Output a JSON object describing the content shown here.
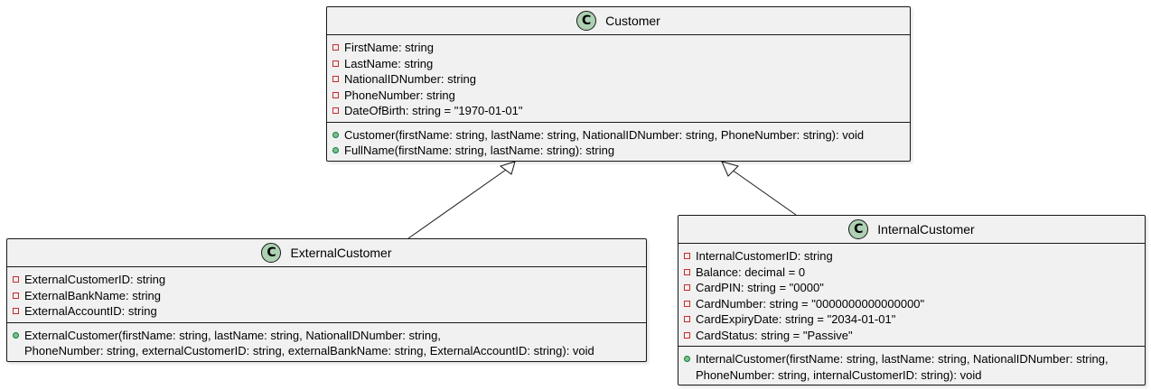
{
  "classes": {
    "customer": {
      "name": "Customer",
      "icon_letter": "C",
      "attributes": [
        "FirstName: string",
        "LastName: string",
        "NationalIDNumber: string",
        "PhoneNumber: string",
        "DateOfBirth: string = \"1970-01-01\""
      ],
      "methods": [
        [
          "Customer(firstName: string, lastName: string, NationalIDNumber: string, PhoneNumber: string): void"
        ],
        [
          "FullName(firstName: string, lastName: string): string"
        ]
      ]
    },
    "external": {
      "name": "ExternalCustomer",
      "icon_letter": "C",
      "attributes": [
        "ExternalCustomerID: string",
        "ExternalBankName: string",
        "ExternalAccountID: string"
      ],
      "methods": [
        [
          "ExternalCustomer(firstName: string, lastName: string, NationalIDNumber: string,",
          "PhoneNumber: string, externalCustomerID: string, externalBankName: string, ExternalAccountID: string): void"
        ]
      ]
    },
    "internal": {
      "name": "InternalCustomer",
      "icon_letter": "C",
      "attributes": [
        "InternalCustomerID: string",
        "Balance: decimal = 0",
        "CardPIN: string = \"0000\"",
        "CardNumber: string = \"0000000000000000\"",
        "CardExpiryDate: string = \"2034-01-01\"",
        "CardStatus: string = \"Passive\""
      ],
      "methods": [
        [
          "InternalCustomer(firstName: string, lastName: string, NationalIDNumber: string,",
          "PhoneNumber: string, internalCustomerID: string): void"
        ]
      ]
    }
  },
  "relations": [
    {
      "type": "inheritance",
      "from": "external",
      "to": "customer"
    },
    {
      "type": "inheritance",
      "from": "internal",
      "to": "customer"
    }
  ],
  "colors": {
    "box_fill": "#f1f1f1",
    "border": "#181818",
    "class_icon": "#add1b2",
    "private_marker": "#c82930",
    "public_marker": "#84be84"
  }
}
